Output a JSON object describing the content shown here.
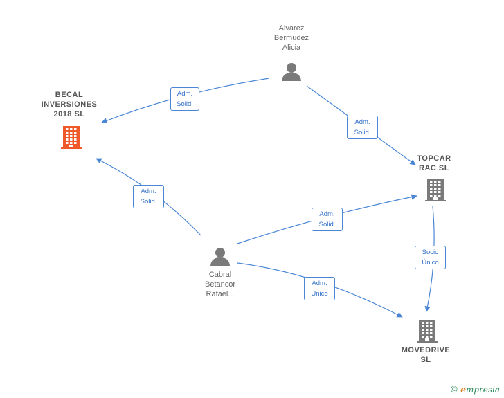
{
  "nodes": [
    {
      "id": "becal",
      "type": "company",
      "highlight": true,
      "label": "BECAL\nINVERSIONES\n2018  SL"
    },
    {
      "id": "alvarez",
      "type": "person",
      "label": "Alvarez\nBermudez\nAlicia"
    },
    {
      "id": "topcar",
      "type": "company",
      "label": "TOPCAR\nRAC  SL"
    },
    {
      "id": "cabral",
      "type": "person",
      "label": "Cabral\nBetancor\nRafael..."
    },
    {
      "id": "movedrive",
      "type": "company",
      "label": "MOVEDRIVE\nSL"
    }
  ],
  "edges": [
    {
      "from": "alvarez",
      "to": "becal",
      "label": "Adm.\nSolid."
    },
    {
      "from": "alvarez",
      "to": "topcar",
      "label": "Adm.\nSolid."
    },
    {
      "from": "cabral",
      "to": "becal",
      "label": "Adm.\nSolid."
    },
    {
      "from": "cabral",
      "to": "topcar",
      "label": "Adm.\nSolid."
    },
    {
      "from": "cabral",
      "to": "movedrive",
      "label": "Adm.\nUnico"
    },
    {
      "from": "topcar",
      "to": "movedrive",
      "label": "Socio\nÚnico"
    }
  ],
  "colors": {
    "edge": "#4a86d4",
    "highlight_company": "#f05a2a",
    "company": "#7a7a7a",
    "person": "#7a7a7a"
  },
  "footer": {
    "copyright_symbol": "©",
    "brand_initial": "e",
    "brand_rest": "mpresia"
  }
}
